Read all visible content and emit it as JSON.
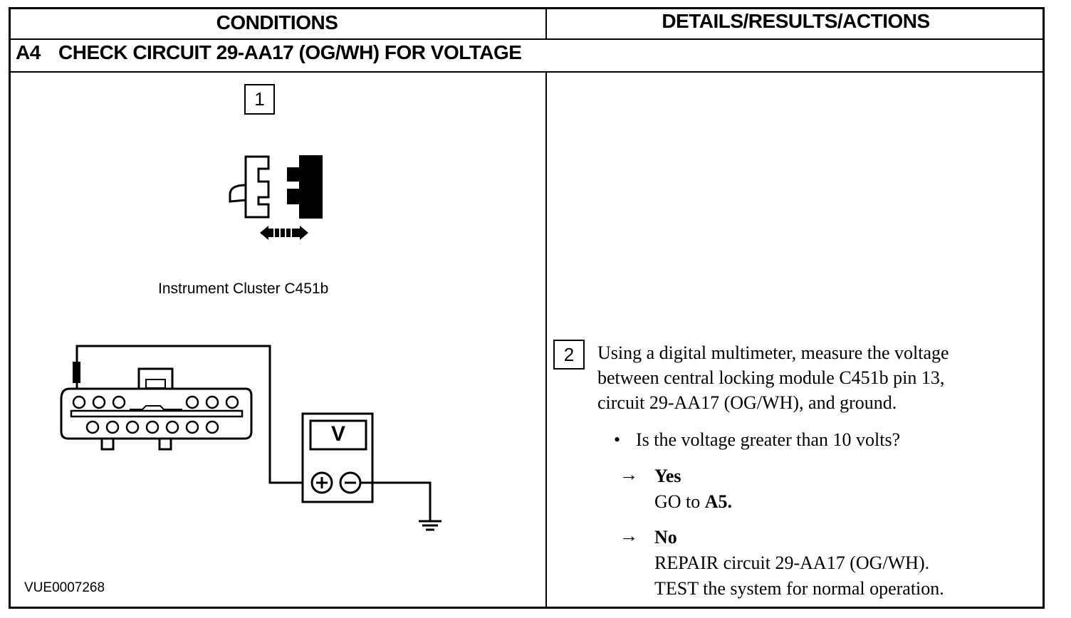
{
  "headers": {
    "conditions": "CONDITIONS",
    "details": "DETAILS/RESULTS/ACTIONS"
  },
  "test": {
    "code": "A4",
    "title": "CHECK CIRCUIT 29-AA17 (OG/WH) FOR VOLTAGE"
  },
  "steps": {
    "step1_number": "1",
    "step2_number": "2"
  },
  "figure": {
    "caption": "Instrument Cluster C451b",
    "meter_label": "V",
    "image_code": "VUE0007268"
  },
  "instruction": {
    "line1": "Using a digital multimeter, measure the voltage",
    "line2": "between central locking module C451b pin 13,",
    "line3": "circuit 29-AA17 (OG/WH), and ground.",
    "question": "Is the voltage greater than 10 volts?"
  },
  "yes": {
    "label": "Yes",
    "action_prefix": "GO to ",
    "action_target": "A5."
  },
  "no": {
    "label": "No",
    "action1": "REPAIR circuit 29-AA17 (OG/WH).",
    "action2": "TEST the system for normal operation."
  }
}
